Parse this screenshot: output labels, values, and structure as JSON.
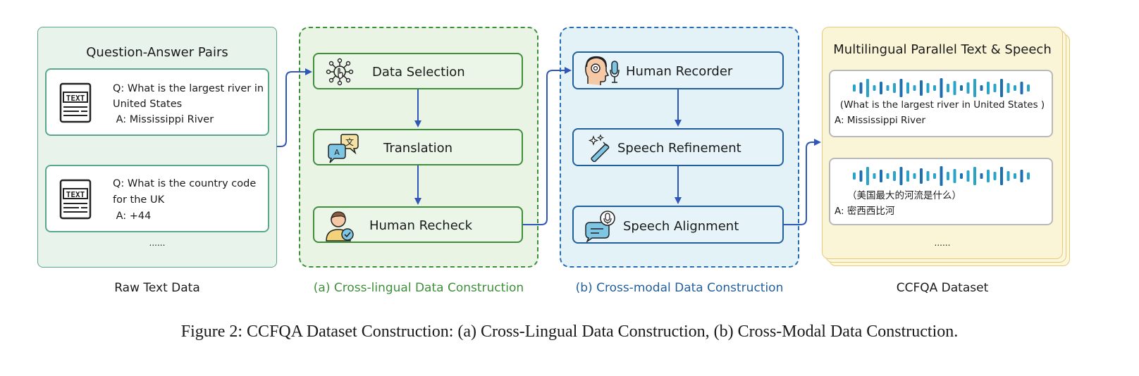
{
  "raw_panel": {
    "title": "Question-Answer Pairs",
    "cards": [
      {
        "q1": "Q: What is the largest river in",
        "q2": "United States",
        "a": " A: Mississippi River",
        "icon_text": "TEXT"
      },
      {
        "q1": "Q: What is the country code",
        "q2": "for the UK",
        "a": " A: +44",
        "icon_text": "TEXT"
      }
    ],
    "ellipsis": "......",
    "label": "Raw Text Data"
  },
  "panel_a": {
    "steps": [
      "Data Selection",
      "Translation",
      "Human Recheck"
    ],
    "label": "(a) Cross-lingual Data Construction",
    "color": "#3e8f3a"
  },
  "panel_b": {
    "steps": [
      "Human Recorder",
      "Speech Refinement",
      "Speech Alignment"
    ],
    "label": "(b) Cross-modal Data Construction",
    "color": "#225f9e"
  },
  "dataset_panel": {
    "title": "Multilingual Parallel Text & Speech",
    "card1": {
      "q": "(What is the largest river in United States )",
      "a": "A: Mississippi River"
    },
    "card2": {
      "q": "（美国最大的河流是什么）",
      "a": "A: 密西西比河"
    },
    "ellipsis": "......",
    "label": "CCFQA Dataset"
  },
  "caption": "Figure 2: CCFQA Dataset Construction: (a) Cross-Lingual Data Construction, (b) Cross-Modal Data Construction.",
  "colors": {
    "arrow": "#2f56b8",
    "waveform": "#2aa3c8",
    "waveform_alt": "#1e6fb0"
  }
}
